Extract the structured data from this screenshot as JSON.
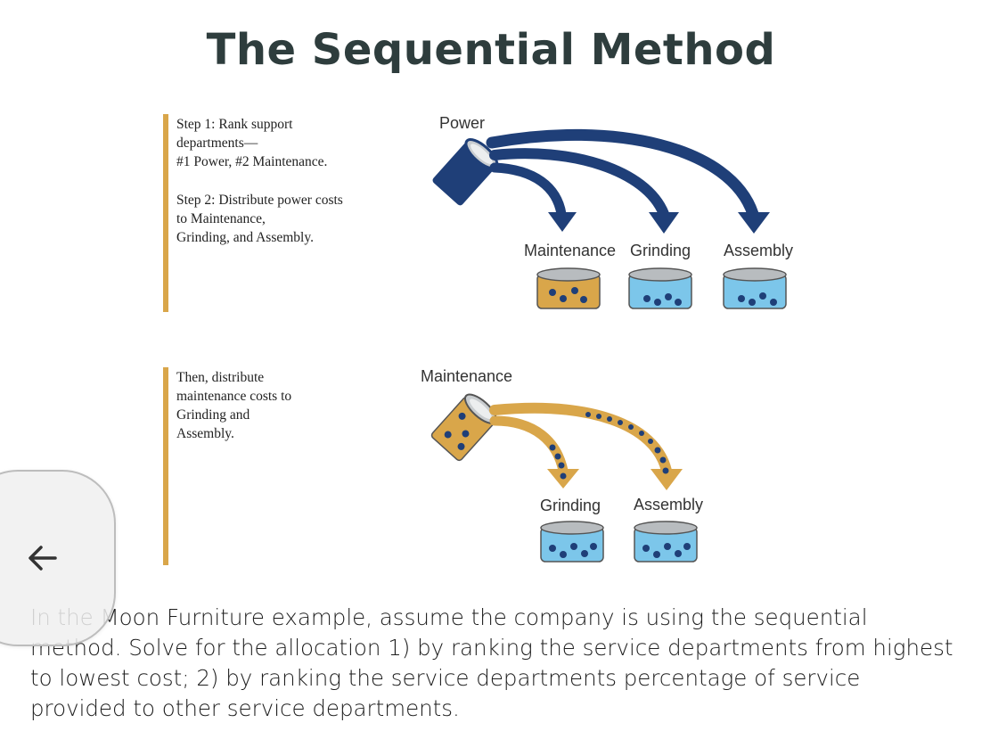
{
  "title": "The Sequential Method",
  "steps": {
    "step1": "Step 1: Rank support\ndepartments—\n#1 Power, #2 Maintenance.",
    "step2": "Step 2: Distribute power costs\nto Maintenance,\nGrinding, and Assembly.",
    "step3": "Then, distribute\nmaintenance costs to\nGrinding and\nAssembly."
  },
  "diagram_top": {
    "source": "Power",
    "targets": [
      "Maintenance",
      "Grinding",
      "Assembly"
    ]
  },
  "diagram_bottom": {
    "source": "Maintenance",
    "targets": [
      "Grinding",
      "Assembly"
    ]
  },
  "question": "In the Moon Furniture example, assume the company is using the sequential method. Solve for the allocation 1) by ranking the service departments from highest to lowest cost; 2) by ranking the service departments percentage of service provided to other service departments.",
  "colors": {
    "title": "#2e3d3d",
    "orange": "#d9a64a",
    "navy": "#1f3f78",
    "light_blue": "#7cc6ea",
    "gray_rim": "#b8bcbf"
  },
  "icons": {
    "back": "arrow-left-icon"
  }
}
